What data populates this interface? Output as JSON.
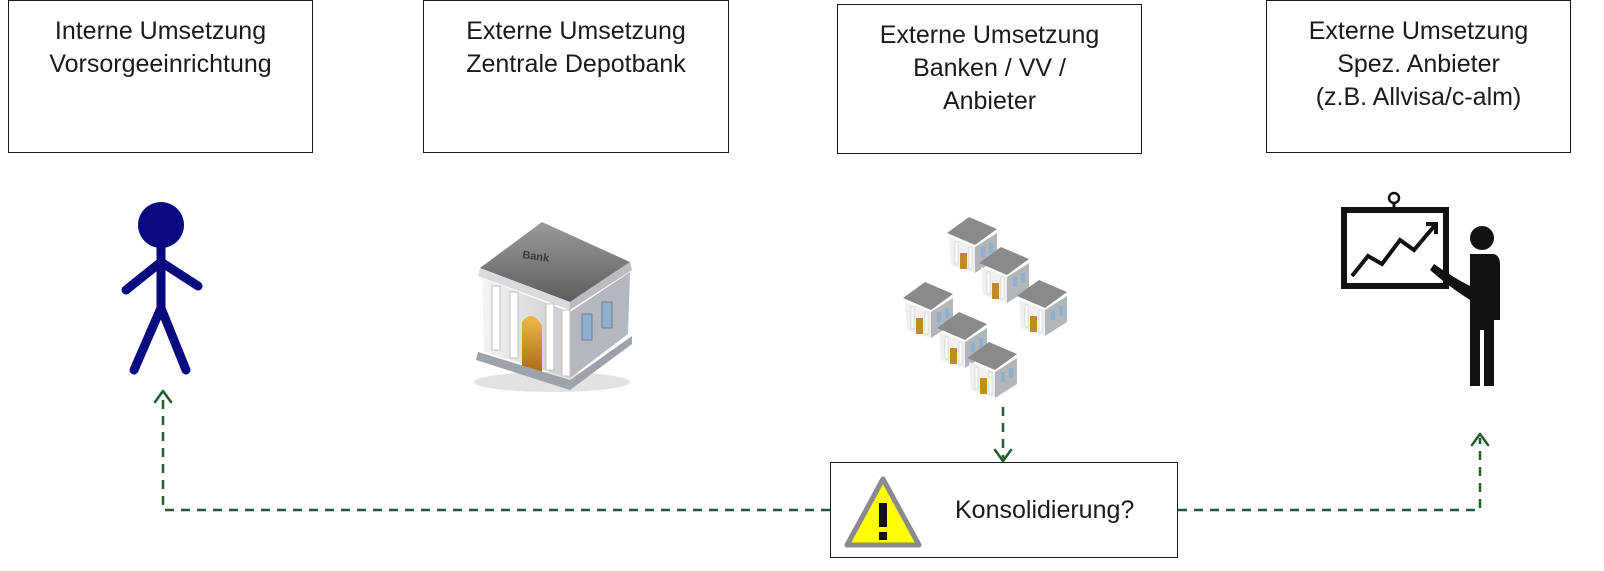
{
  "boxes": [
    {
      "line1": "Interne Umsetzung",
      "line2": "Vorsorgeeinrichtung",
      "line3": ""
    },
    {
      "line1": "Externe Umsetzung",
      "line2": "Zentrale Depotbank",
      "line3": ""
    },
    {
      "line1": "Externe Umsetzung",
      "line2": "Banken / VV /",
      "line3": "Anbieter"
    },
    {
      "line1": "Externe Umsetzung",
      "line2": "Spez. Anbieter",
      "line3": "(z.B. Allvisa/c-alm)"
    }
  ],
  "consolidation": {
    "label": "Konsolidierung?"
  },
  "icons": {
    "person": "stick-figure-icon",
    "bank": "bank-building-icon",
    "banks": "multiple-banks-icon",
    "presenter": "presenter-chart-icon",
    "warning": "warning-triangle-icon"
  },
  "bank_sign": "Bank",
  "colors": {
    "arrow": "#1f5c2e",
    "figure": "#0a0a80",
    "warning_fill": "#ffff00",
    "warning_border": "#8a8a8a"
  }
}
